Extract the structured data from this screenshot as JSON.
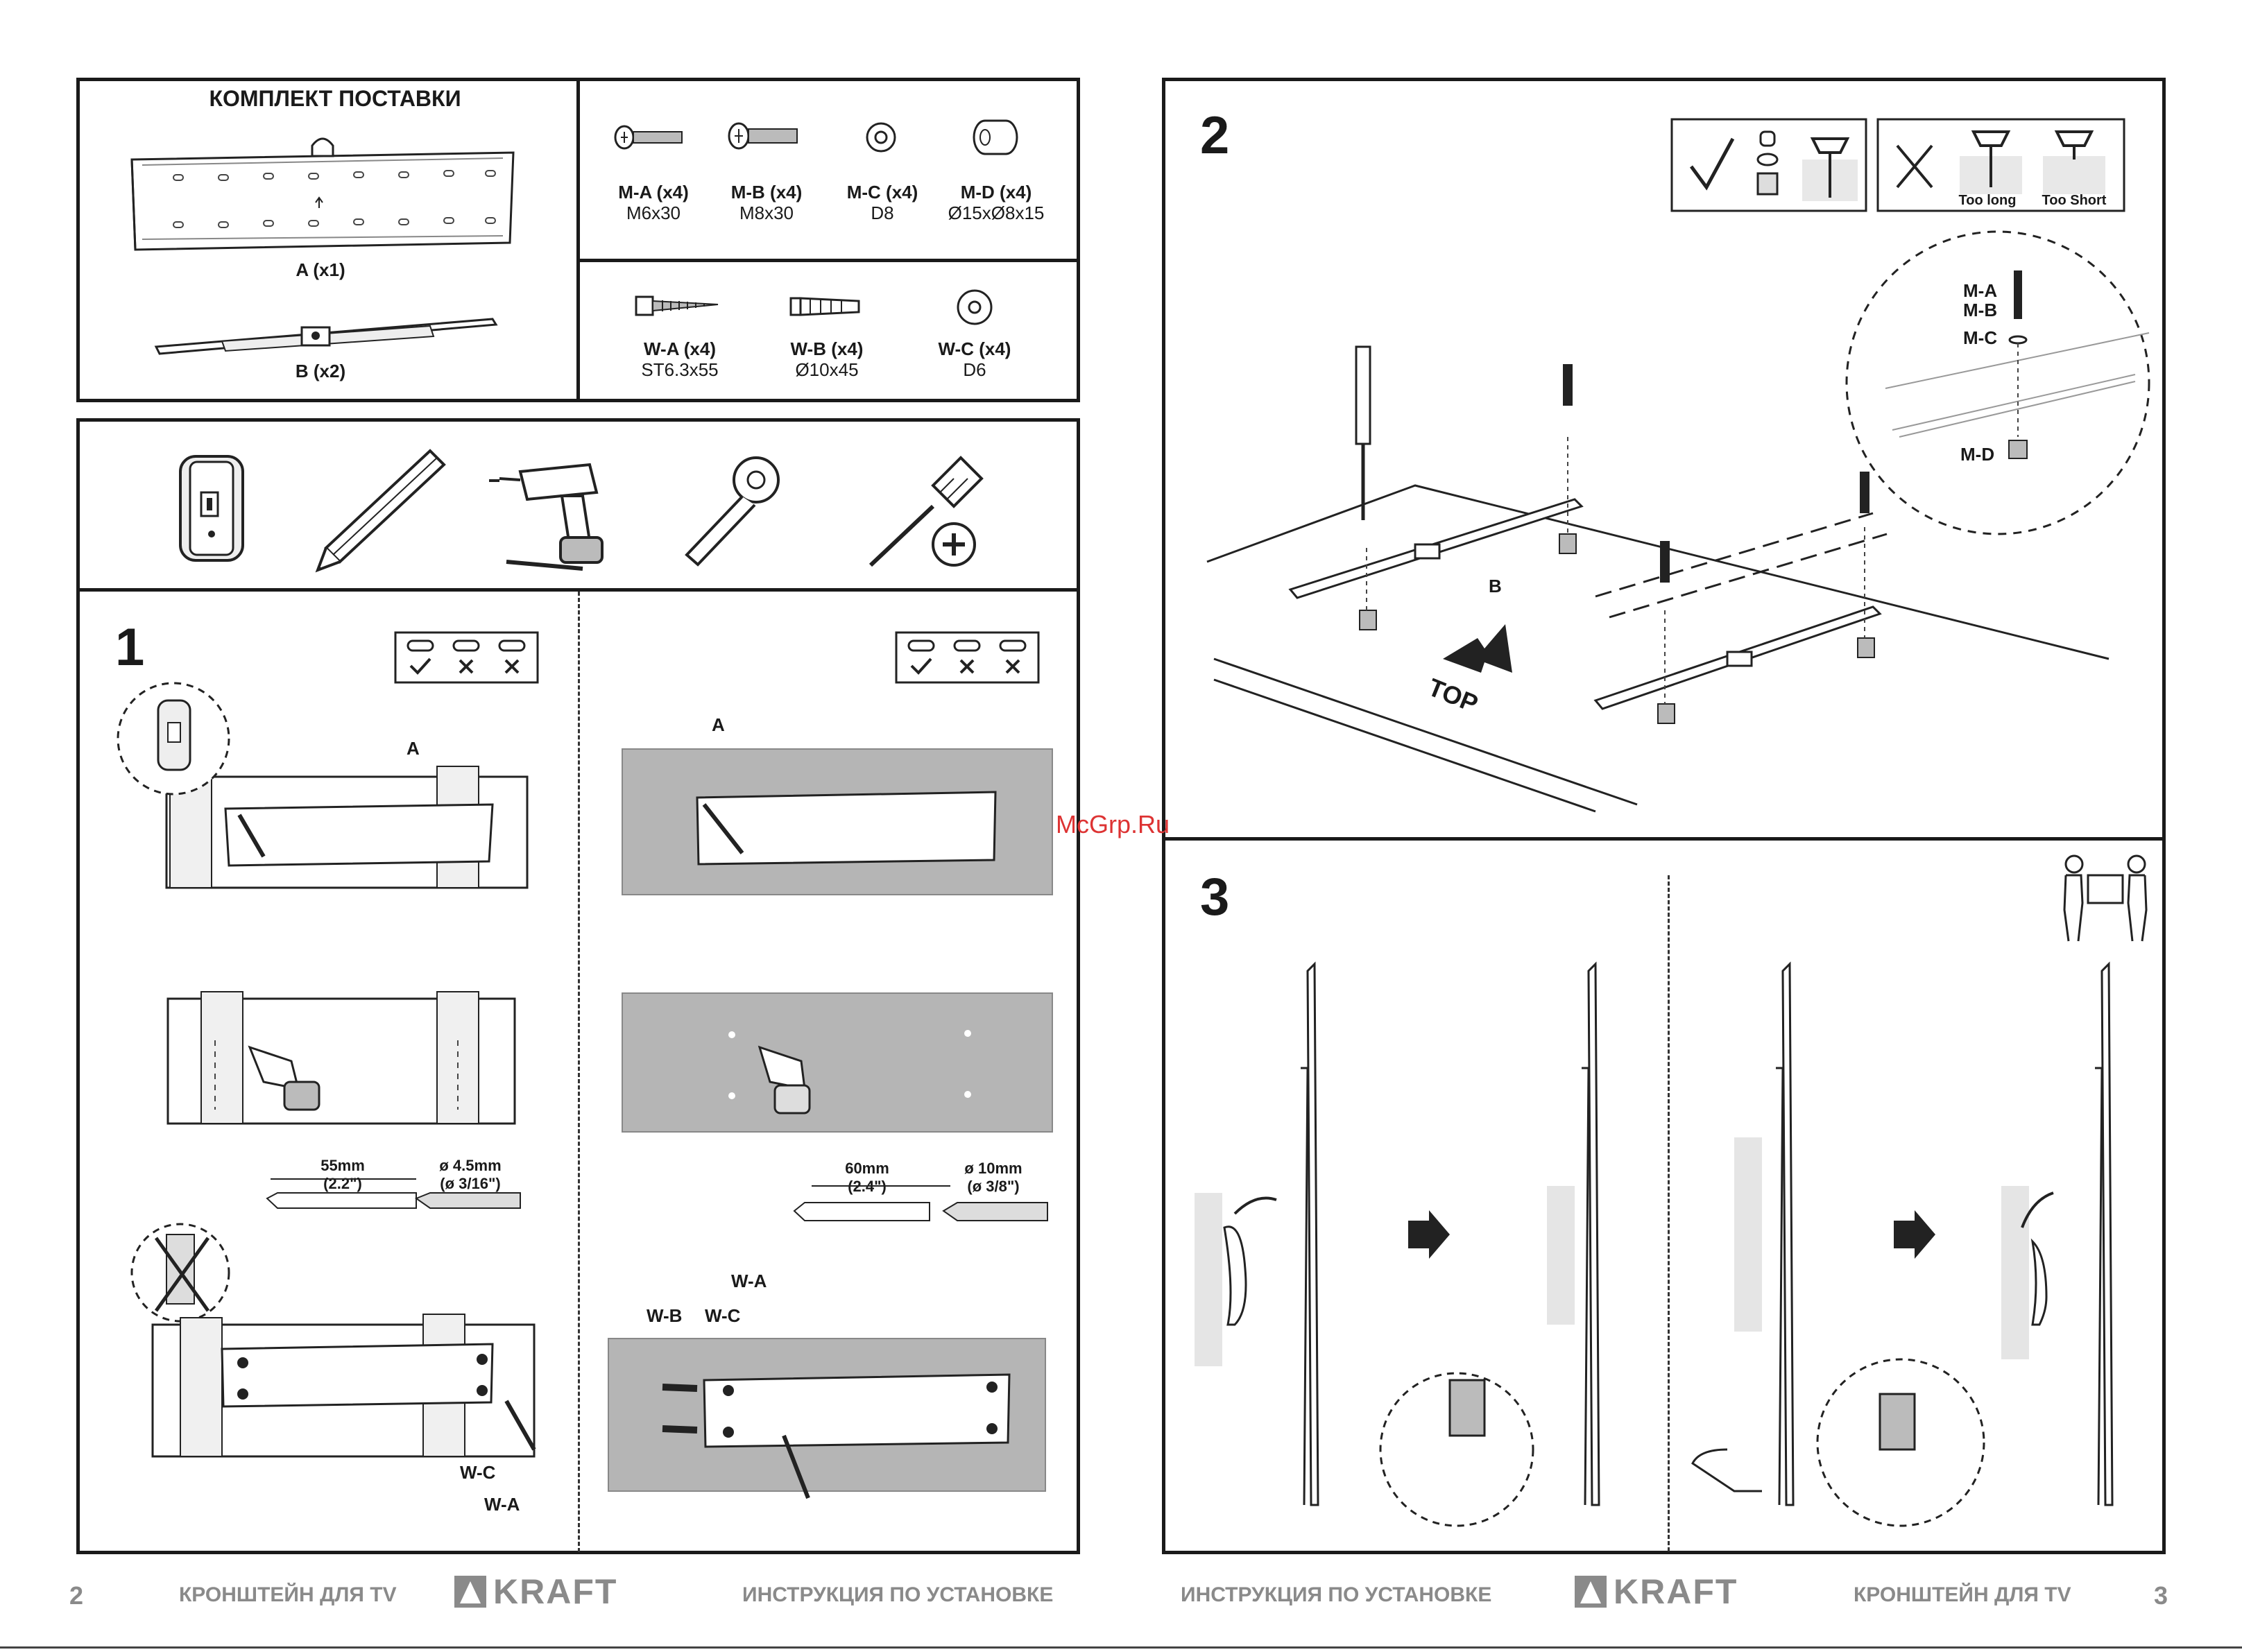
{
  "kit": {
    "title": "КОМПЛЕКТ ПОСТАВКИ",
    "a_label": "A (x1)",
    "b_label": "B (x2)",
    "parts_top": [
      {
        "name": "M-A (x4)",
        "size": "M6x30"
      },
      {
        "name": "M-B (x4)",
        "size": "M8x30"
      },
      {
        "name": "M-C (x4)",
        "size": "D8"
      },
      {
        "name": "M-D (x4)",
        "size": "Ø15xØ8x15"
      }
    ],
    "parts_bottom": [
      {
        "name": "W-A (x4)",
        "size": "ST6.3x55"
      },
      {
        "name": "W-B (x4)",
        "size": "Ø10x45"
      },
      {
        "name": "W-C (x4)",
        "size": "D6"
      }
    ]
  },
  "tools": [
    "stud-finder-icon",
    "pencil-icon",
    "drill-icon",
    "socket-wrench-icon",
    "screwdriver-icon"
  ],
  "step1": {
    "number": "1",
    "left": {
      "label_a": "A",
      "drill_distance": "55mm",
      "drill_distance_in": "(2.2\")",
      "drill_diameter": "ø 4.5mm",
      "drill_diameter_in": "(ø 3/16\")",
      "label_wc": "W-C",
      "label_wa": "W-A"
    },
    "right": {
      "label_a": "A",
      "drill_distance": "60mm",
      "drill_distance_in": "(2.4\")",
      "drill_diameter": "ø 10mm",
      "drill_diameter_in": "(ø 3/8\")",
      "label_wb": "W-B",
      "label_wc": "W-C",
      "label_wa": "W-A"
    }
  },
  "step2": {
    "number": "2",
    "too_long": "Too long",
    "too_short": "Too Short",
    "label_b": "B",
    "label_top": "TOP",
    "callout": [
      "M-A",
      "M-B",
      "M-C",
      "M-D"
    ]
  },
  "step3": {
    "number": "3"
  },
  "watermark": "McGrp.Ru",
  "footer": {
    "page_left": "2",
    "page_right": "3",
    "left_title": "КРОНШТЕЙН ДЛЯ TV",
    "left_instr": "ИНСТРУКЦИЯ ПО УСТАНОВКЕ",
    "right_instr": "ИНСТРУКЦИЯ ПО УСТАНОВКЕ",
    "right_title": "КРОНШТЕЙН ДЛЯ TV",
    "brand": "KRAFT"
  }
}
